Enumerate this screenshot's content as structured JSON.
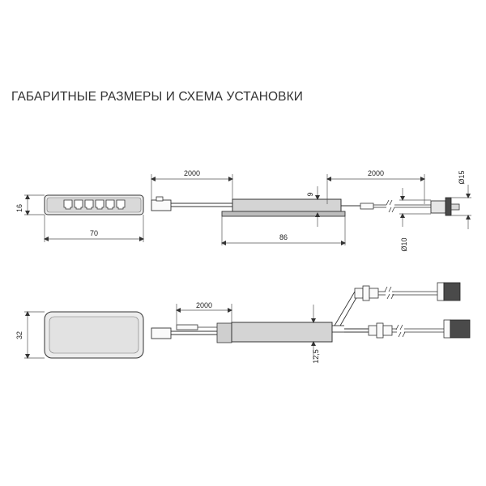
{
  "title": "ГАБАРИТНЫЕ РАЗМЕРЫ И СХЕМА УСТАНОВКИ",
  "dimensions": {
    "hub_height": "16",
    "hub_length": "70",
    "cable_left": "2000",
    "cable_right": "2000",
    "body_thickness": "9",
    "body_length": "86",
    "switch_height": "15",
    "switch_hole": "10",
    "cover_width": "32",
    "cable_bottom": "2000",
    "cover_offset": "12,5"
  },
  "colors": {
    "line": "#333333",
    "body_fill": "#d4d4d4",
    "dark_fill": "#4a4a4a",
    "dim_line": "#555555"
  }
}
